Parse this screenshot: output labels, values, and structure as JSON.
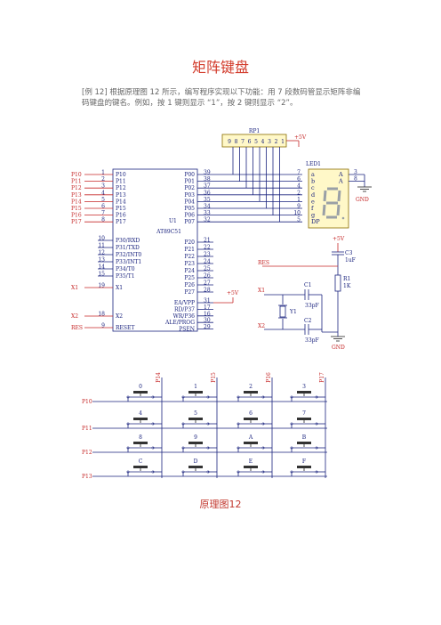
{
  "page": {
    "title": "矩阵键盘",
    "paragraph": "[例 12] 根据原理图 12 所示，编写程序实现以下功能：用 7 段数码管显示矩阵非编码键盘的键名。例如，按 1 键则显示 “1”，按 2 键则显示 “2”。",
    "caption": "原理图12"
  },
  "mcu": {
    "name": "U1",
    "part": "AT89C51",
    "left_pins": [
      {
        "num": "1",
        "label": "P10",
        "net": "P10"
      },
      {
        "num": "2",
        "label": "P11",
        "net": "P11"
      },
      {
        "num": "3",
        "label": "P12",
        "net": "P12"
      },
      {
        "num": "4",
        "label": "P13",
        "net": "P13"
      },
      {
        "num": "5",
        "label": "P14",
        "net": "P14"
      },
      {
        "num": "6",
        "label": "P15",
        "net": "P15"
      },
      {
        "num": "7",
        "label": "P16",
        "net": "P16"
      },
      {
        "num": "8",
        "label": "P17",
        "net": "P17"
      }
    ],
    "p3_pins": [
      {
        "num": "10",
        "label": "P30/RXD"
      },
      {
        "num": "11",
        "label": "P31/TXD"
      },
      {
        "num": "12",
        "label": "P32/INT0"
      },
      {
        "num": "13",
        "label": "P33/INT1"
      },
      {
        "num": "14",
        "label": "P34/T0"
      },
      {
        "num": "15",
        "label": "P35/T1"
      }
    ],
    "x1": {
      "num": "19",
      "label": "X1",
      "net": "X1"
    },
    "x2": {
      "num": "18",
      "label": "X2",
      "net": "X2"
    },
    "reset": {
      "num": "9",
      "label": "RESET",
      "net": "RES"
    },
    "p0_pins": [
      {
        "num": "39",
        "label": "P00"
      },
      {
        "num": "38",
        "label": "P01"
      },
      {
        "num": "37",
        "label": "P02"
      },
      {
        "num": "36",
        "label": "P03"
      },
      {
        "num": "35",
        "label": "P04"
      },
      {
        "num": "34",
        "label": "P05"
      },
      {
        "num": "33",
        "label": "P06"
      },
      {
        "num": "32",
        "label": "P07"
      }
    ],
    "p2_pins": [
      {
        "num": "21",
        "label": "P20"
      },
      {
        "num": "22",
        "label": "P21"
      },
      {
        "num": "23",
        "label": "P22"
      },
      {
        "num": "24",
        "label": "P23"
      },
      {
        "num": "25",
        "label": "P24"
      },
      {
        "num": "26",
        "label": "P25"
      },
      {
        "num": "27",
        "label": "P26"
      },
      {
        "num": "28",
        "label": "P27"
      }
    ],
    "ctrl_pins": [
      {
        "num": "31",
        "label": "EA/VPP"
      },
      {
        "num": "17",
        "label": "RD/P37"
      },
      {
        "num": "16",
        "label": "WR/P36"
      },
      {
        "num": "30",
        "label": "ALE/PROG"
      },
      {
        "num": "29",
        "label": "PSEN"
      }
    ]
  },
  "rp1": {
    "name": "RP1",
    "pins": [
      "9",
      "8",
      "7",
      "6",
      "5",
      "4",
      "3",
      "2",
      "1"
    ]
  },
  "led": {
    "name": "LED1",
    "pins_left": [
      {
        "num": "7",
        "seg": "a"
      },
      {
        "num": "6",
        "seg": "b"
      },
      {
        "num": "4",
        "seg": "c"
      },
      {
        "num": "2",
        "seg": "d"
      },
      {
        "num": "1",
        "seg": "e"
      },
      {
        "num": "9",
        "seg": "f"
      },
      {
        "num": "10",
        "seg": "g"
      },
      {
        "num": "5",
        "seg": "DP"
      }
    ],
    "common": [
      {
        "num": "3",
        "label": "A"
      },
      {
        "num": "8",
        "label": "A"
      }
    ]
  },
  "power": {
    "vcc": "+5V",
    "gnd": "GND"
  },
  "reset_circuit": {
    "c3": "C3",
    "c3_val": "1uF",
    "r1": "R1",
    "r1_val": "1K",
    "net": "RES"
  },
  "crystal": {
    "c1": "C1",
    "c2": "C2",
    "cap_val": "33pF",
    "y1": "Y1",
    "x1": "X1",
    "x2": "X2"
  },
  "keypad": {
    "col_labels": [
      "P14",
      "P15",
      "P16",
      "P17"
    ],
    "row_labels": [
      "P10",
      "P11",
      "P12",
      "P13"
    ],
    "keys": [
      [
        "0",
        "1",
        "2",
        "3"
      ],
      [
        "4",
        "5",
        "6",
        "7"
      ],
      [
        "8",
        "9",
        "A",
        "B"
      ],
      [
        "C",
        "D",
        "E",
        "F"
      ]
    ]
  }
}
